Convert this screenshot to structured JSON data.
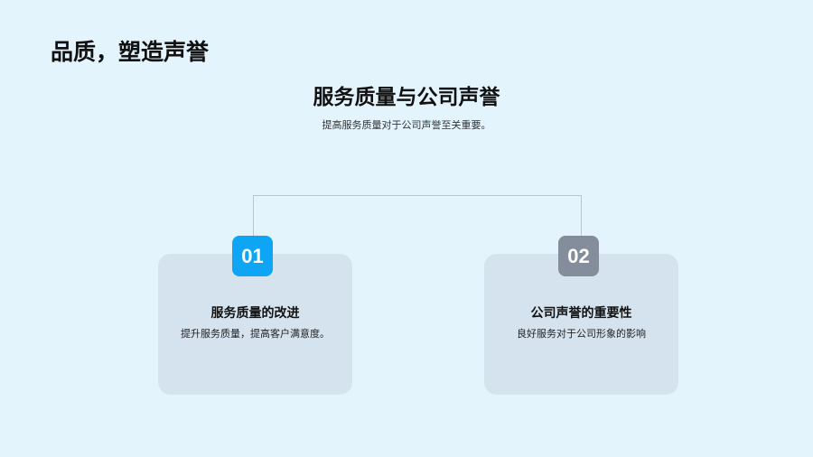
{
  "page_title": "品质，塑造声誉",
  "heading": "服务质量与公司声誉",
  "subtitle": "提高服务质量对于公司声誉至关重要。",
  "colors": {
    "badge_1": "#0ea5f5",
    "badge_2": "#838d9c",
    "card_bg": "#d5e3ee",
    "background": "#e3f4fd"
  },
  "cards": [
    {
      "number": "01",
      "title": "服务质量的改进",
      "description": "提升服务质量，提高客户满意度。"
    },
    {
      "number": "02",
      "title": "公司声誉的重要性",
      "description": "良好服务对于公司形象的影响"
    }
  ]
}
